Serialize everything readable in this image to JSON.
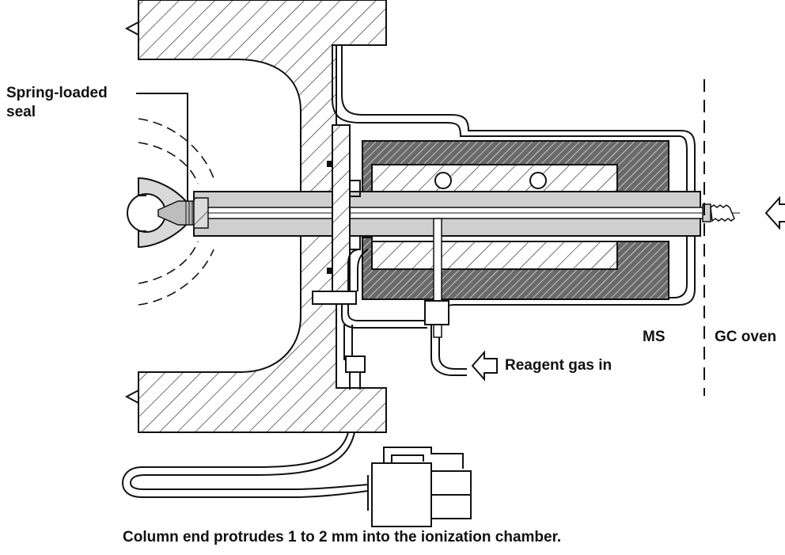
{
  "labels": {
    "spring_loaded_line1": "Spring-loaded",
    "spring_loaded_line2": "seal",
    "reagent_gas": "Reagent gas in",
    "ms": "MS",
    "gc_oven": "GC oven",
    "caption": "Column end protrudes 1 to 2 mm into the ionization chamber."
  },
  "colors": {
    "line": "#111111",
    "grey_fill": "#cfcfcf",
    "dark_hatch": "#555555",
    "background": "#ffffff"
  }
}
